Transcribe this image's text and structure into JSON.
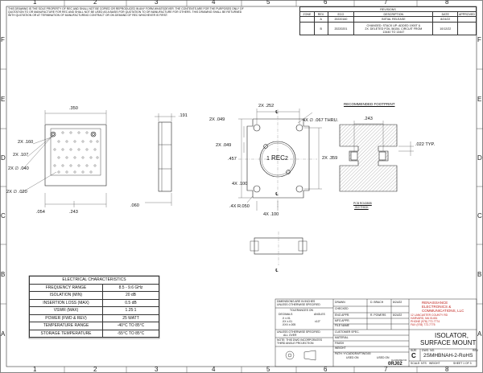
{
  "notice": [
    "THIS DRAWING IS THE SOLE PROPERTY OF REC AND SHALL NOT BE COPIED OR REPRODUCED IN ANY FORM WHATSOEVER. THE CONTENTS ARE FOR THE PURPOSES ONLY OF",
    "QUOTATION TO OR MANUFACTURE FOR REC AND SHALL NOT BE USED AS A BASIS FOR QUOTATION TO OR MANUFACTURE FOR OTHERS. THIS DRAWING SHALL BE RETURNED",
    "WITH QUOTATION OR AT TERMINATION OF MANUFACTURING CONTRACT OR ON DEMAND OF REC WHICHEVER IS FIRST."
  ],
  "zones": {
    "columns": [
      "1",
      "2",
      "3",
      "4",
      "5",
      "6",
      "7",
      "8"
    ],
    "rows": [
      "F",
      "E",
      "D",
      "C",
      "B",
      "A"
    ]
  },
  "revisions": {
    "title": "REVISIONS",
    "headers": [
      "ZONE",
      "REV.",
      "ECO",
      "DESCRIPTION",
      "DATE",
      "APPROVED"
    ],
    "rows": [
      {
        "zone": "",
        "rev": "A",
        "eco": "20220160",
        "description": [
          "INITIAL RELEASE"
        ],
        "date": "8/24/22",
        "approved": ""
      },
      {
        "zone": "",
        "rev": "B",
        "eco": "20220201",
        "description": [
          "CHANGED: STACK UP: ADDED 1900T &",
          "2X. DELETED FOIL 56154. CIRCUIT FROM",
          "13440 TO 13447"
        ],
        "date": "10/12/22",
        "approved": ""
      }
    ]
  },
  "dims": {
    "top_width": ".350",
    "side_width": ".191",
    "pitch_x": "2X .252",
    "hole_callout": "4X ∅ .067 THRU.",
    "d049_a": "2X .049",
    "d049_b": "2X .049",
    "height_457": ".457",
    "d359": "2X .359",
    "d160": "2X .160",
    "d107": "2X .107",
    "d040": "2X ∅ .040",
    "d020": "2X ∅ .020",
    "d054": ".054",
    "d243": ".243",
    "d060": ".060",
    "d100_a": "4X .100",
    "d100_b": "4X .100",
    "radius": ".4X R.050",
    "fp_243": ".243",
    "fp_022": ".022 TYP.",
    "cl_top": "℄",
    "cl_mid": "℄",
    "cl_bot": "℄"
  },
  "center_label": "REC",
  "port_1": "1",
  "port_2": "2",
  "footprint": {
    "title": "RECOMMENDED FOOTPRINT",
    "pcb": "PCB RO4350B",
    "thick": ".010 THICK"
  },
  "specs": {
    "title": "ELECTRICAL CHARACTERISTICS",
    "rows": [
      {
        "label": "FREQUENCY RANGE",
        "value": "8.5 - 9.6 GHz"
      },
      {
        "label": "ISOLATION (MIN)",
        "value": "20 dB"
      },
      {
        "label": "INSERTION LOSS (MAX)",
        "value": "0.5 dB"
      },
      {
        "label": "VSWR (MAX)",
        "value": "1.25:1"
      },
      {
        "label": "POWER (FWD & REV)",
        "value": "25 WATT"
      },
      {
        "label": "TEMPERATURE RANGE",
        "value": "-40°C TO 85°C"
      },
      {
        "label": "STORAGE TEMPERATURE",
        "value": "-55°C TO 85°C"
      }
    ]
  },
  "title_block": {
    "dim_note": "DIMENSIONS ARE IN INCHES",
    "unless": "UNLESS OTHERWISE SPECIFIED",
    "tol": "TOLERANCES ON",
    "decimals": "DECIMALS",
    "angles": "ANGLES",
    "tol_x": ".X   ±.01",
    "tol_xx": ".XX  ±.01",
    "tol_xxx": ".XXX ±.005",
    "tol_ang": "±10°",
    "unless2": "UNLESS OTHERWISE SPECIFIED",
    "all_over": "ALL OVER",
    "note": "NOTE: THIS DWG INCORPORATES",
    "third_angle": "THIRD ANGLE PROJECTION",
    "drawn": "DRAWN",
    "drawn_name": "D. BRACH",
    "drawn_date": "8/24/22",
    "checked": "CHECKED",
    "eng_appr": "ENG APPR.",
    "eng_name": "R. POWERS",
    "eng_date": "8/24/22",
    "mfg_appr": "MFG APPR.",
    "file_name": "FILE NAME",
    "customer_spec": "CUSTOMER SPEC.",
    "material": "MATERIAL",
    "finish": "FINISH",
    "weight": "WEIGHT",
    "path": "PATH: Y:\\CAD\\DRAFTING\\00",
    "used_on_a": "USED ON",
    "used_on_b": "USED ON",
    "class": "CLASS/REV ID",
    "rev_code": "0RJ02",
    "company": [
      "RENAISSANCE",
      "ELECTRONICS &",
      "COMMUNICATIONS, LLC"
    ],
    "address": [
      "12 LANCASTER COUNTY RD",
      "HARVARD, MA 01451",
      "PHONE (978) 772-7774",
      "FAX   (978) 772-7775"
    ],
    "title": [
      "ISOLATOR,",
      "SURFACE MOUNT"
    ],
    "size_label": "SIZE",
    "size": "C",
    "dwg_label": "DWG. NO.",
    "part": "2SMHBNAH-2-RoHS",
    "scale": "SCALE: NTS",
    "weight_lbl": "WEIGHT",
    "sheet": "SHEET 1 OF 3",
    "rev_lbl": "REV"
  }
}
